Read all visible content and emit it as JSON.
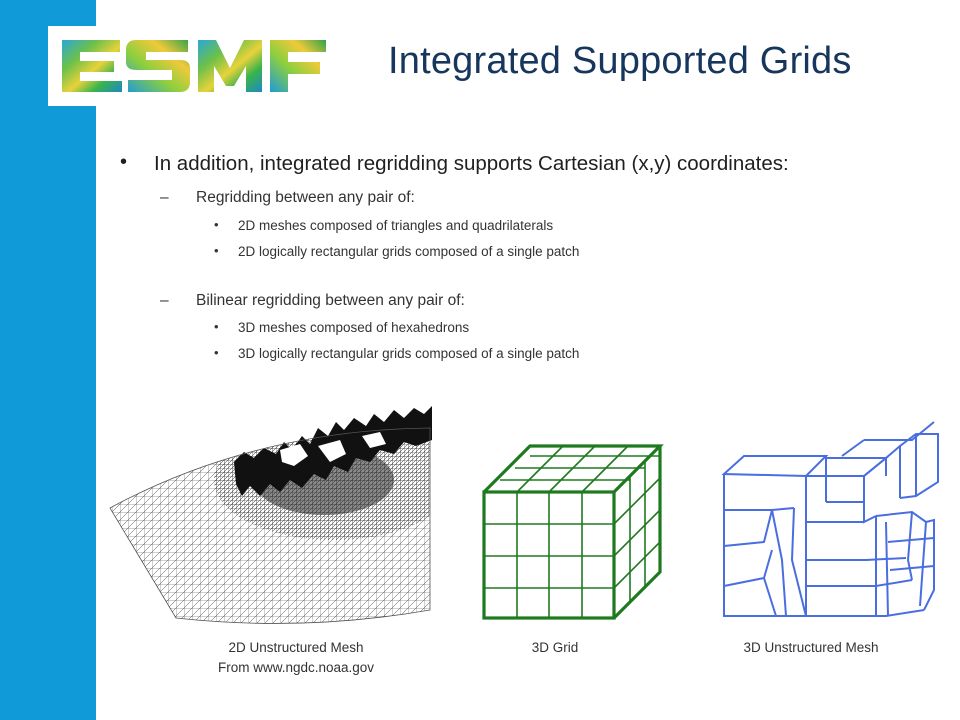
{
  "slide": {
    "title": "Integrated Supported Grids",
    "logo_text": "ESMF",
    "main_bullet": "In addition, integrated regridding supports Cartesian (x,y) coordinates:",
    "groups": [
      {
        "heading": "Regridding between any pair of:",
        "items": [
          "2D meshes composed of triangles and quadrilaterals",
          "2D logically rectangular grids composed of a single patch"
        ]
      },
      {
        "heading": "Bilinear regridding between any pair of:",
        "items": [
          "3D meshes composed of hexahedrons",
          "3D logically rectangular grids composed of a single patch"
        ]
      }
    ],
    "figures": [
      {
        "caption": "2D Unstructured Mesh",
        "source": "From www.ngdc.noaa.gov"
      },
      {
        "caption": "3D Grid"
      },
      {
        "caption": "3D Unstructured Mesh"
      }
    ],
    "markers": {
      "bullet": "•",
      "dash": "–"
    }
  },
  "colors": {
    "sidebar": "#109ad7",
    "title": "#17365d",
    "grid_green": "#1f7a1f",
    "mesh_blue": "#4a6ee0",
    "mesh_black": "#222222"
  }
}
